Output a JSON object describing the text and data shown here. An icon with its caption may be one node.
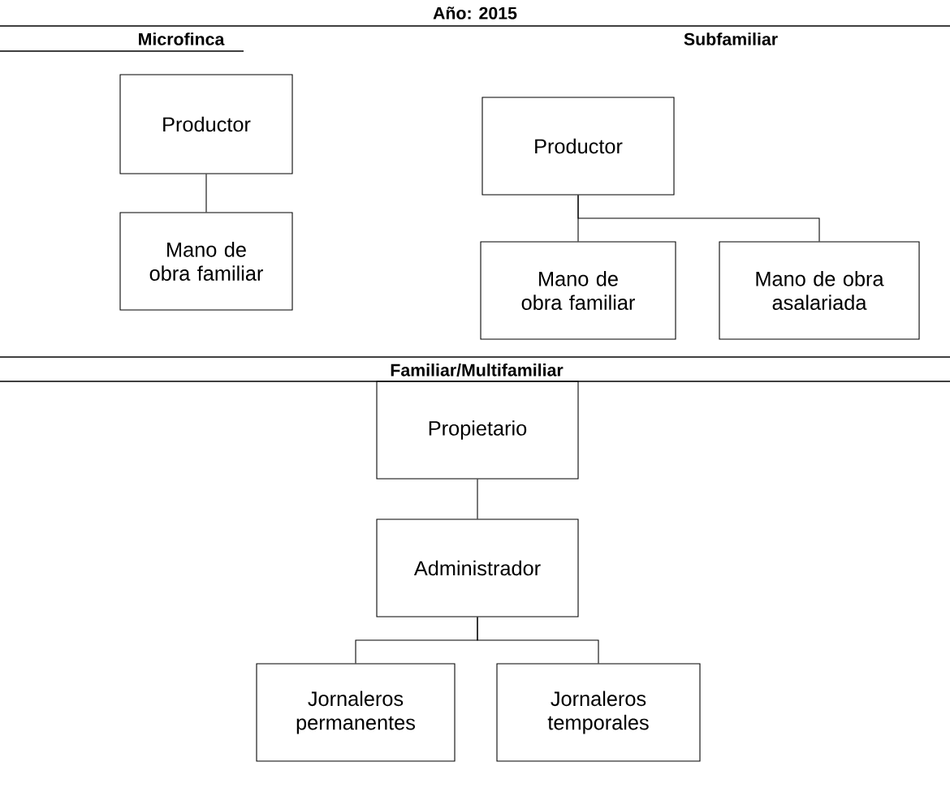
{
  "diagram": {
    "title": "Año: 2015",
    "nodes": [
      {
        "text": [
          "Productor"
        ]
      },
      {
        "text": [
          "Mano de obra familiar"
        ]
      },
      {
        "text": [
          "Productor"
        ]
      },
      {
        "text": [
          "Mano de obra familiar"
        ]
      },
      {
        "text": [
          "Mano de obra asalariada"
        ]
      },
      {
        "text": [
          "Propietario"
        ]
      },
      {
        "text": [
          "Administrador"
        ]
      },
      {
        "text": [
          "Jornaleros permanentes"
        ]
      },
      {
        "text": [
          "Jornaleros temporales"
        ]
      }
    ],
    "edges": [
      {
        "from": 0,
        "to": 1,
        "arrow": "none"
      },
      {
        "from": 2,
        "to": 3,
        "arrow": "none"
      },
      {
        "from": 2,
        "to": 4,
        "arrow": "none"
      },
      {
        "from": 5,
        "to": 6,
        "arrow": "none"
      },
      {
        "from": 6,
        "to": 7,
        "arrow": "none"
      },
      {
        "from": 6,
        "to": 8,
        "arrow": "none"
      }
    ],
    "labels": [
      "Microfinca",
      "Subfamiliar",
      "Familiar/Multifamiliar"
    ]
  }
}
